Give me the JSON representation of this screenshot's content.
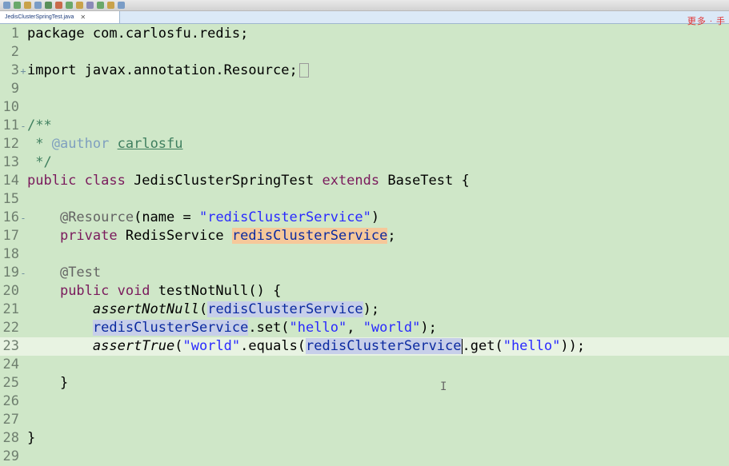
{
  "tab": {
    "label": "JedisClusterSpringTest.java",
    "close": "✕"
  },
  "corner_overlay": "更多 · 手",
  "lines": {
    "l1": {
      "n": "1",
      "text": "package com.carlosfu.redis;"
    },
    "l2": {
      "n": "2"
    },
    "l3": {
      "n": "3",
      "fold": "+",
      "text": "import javax.annotation.Resource;"
    },
    "l9": {
      "n": "9"
    },
    "l10": {
      "n": "10"
    },
    "l11": {
      "n": "11",
      "fold": "-",
      "text": "/**"
    },
    "l12": {
      "n": "12",
      "a": " * ",
      "b": "@author",
      "c": " ",
      "d": "carlosfu"
    },
    "l13": {
      "n": "13",
      "text": " */"
    },
    "l14": {
      "n": "14",
      "a": "public class",
      "b": " JedisClusterSpringTest ",
      "c": "extends",
      "d": " BaseTest {"
    },
    "l15": {
      "n": "15"
    },
    "l16": {
      "n": "16",
      "fold": "-",
      "a": "    ",
      "b": "@Resource",
      "c": "(name = ",
      "d": "\"redisClusterService\"",
      "e": ")"
    },
    "l17": {
      "n": "17",
      "a": "    ",
      "b": "private",
      "c": " RedisService ",
      "d": "redisClusterService",
      "e": ";"
    },
    "l18": {
      "n": "18"
    },
    "l19": {
      "n": "19",
      "fold": "-",
      "a": "    ",
      "b": "@Test"
    },
    "l20": {
      "n": "20",
      "a": "    ",
      "b": "public void",
      "c": " testNotNull() {"
    },
    "l21": {
      "n": "21",
      "a": "        ",
      "b": "assertNotNull",
      "c": "(",
      "d": "redisClusterService",
      "e": ");"
    },
    "l22": {
      "n": "22",
      "a": "        ",
      "b": "redisClusterService",
      "c": ".set(",
      "d": "\"hello\"",
      "e": ", ",
      "f": "\"world\"",
      "g": ");"
    },
    "l23": {
      "n": "23",
      "a": "        ",
      "b": "assertTrue",
      "c": "(",
      "d": "\"world\"",
      "e": ".equals(",
      "f": "redisClusterService",
      "g": ".get(",
      "h": "\"hello\"",
      "i": "));"
    },
    "l24": {
      "n": "24"
    },
    "l25": {
      "n": "25",
      "text": "    }"
    },
    "l26": {
      "n": "26"
    },
    "l27": {
      "n": "27"
    },
    "l28": {
      "n": "28",
      "text": "}"
    },
    "l29": {
      "n": "29"
    }
  },
  "colors": {
    "editor_bg": "#cfe7c8",
    "keyword": "#7a1a5c",
    "string": "#2a2aff",
    "comment": "#3f7f5f",
    "field": "#0b2aa0"
  }
}
